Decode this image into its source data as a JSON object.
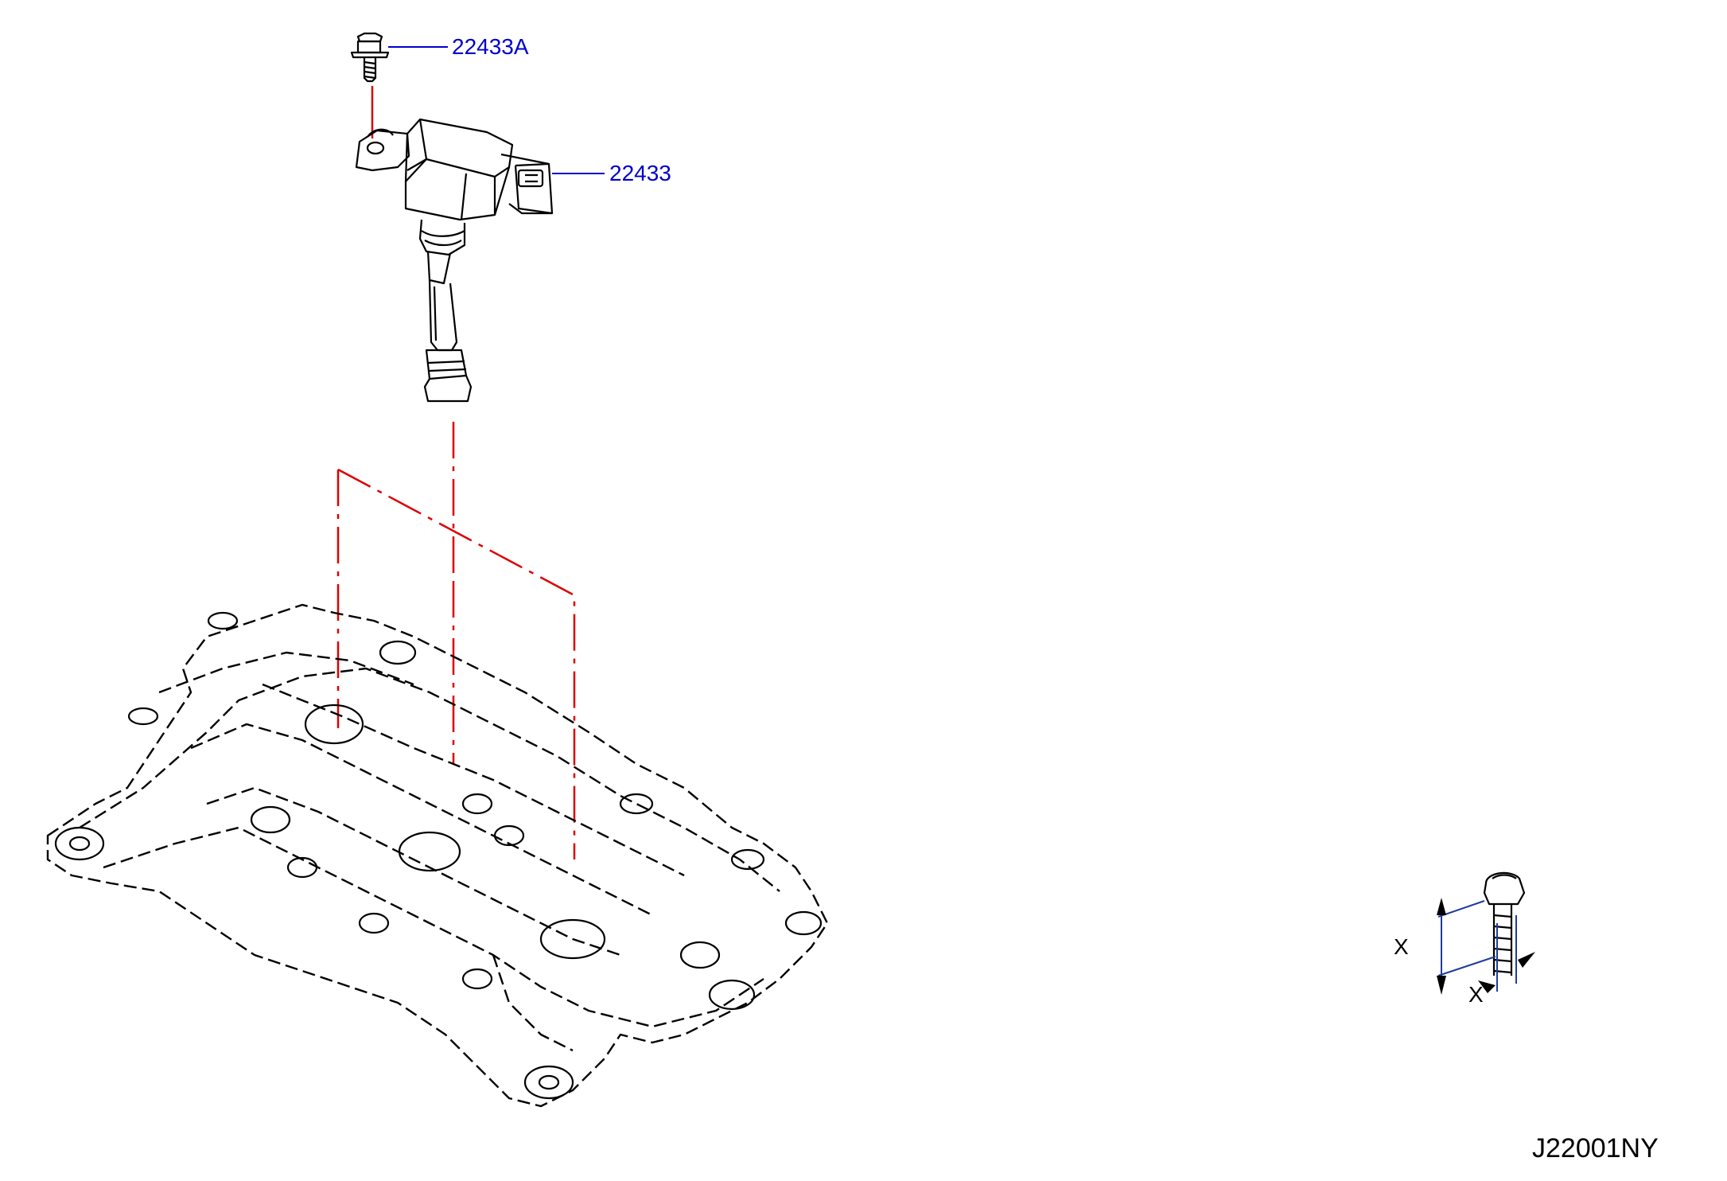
{
  "parts": [
    {
      "part_number": "22433A",
      "part_name": "bolt"
    },
    {
      "part_number": "22433",
      "part_name": "ignition-coil"
    }
  ],
  "detail": {
    "dimension_label": "X"
  },
  "diagram_code": "J22001NY",
  "colors": {
    "line_art": "#000000",
    "callout": "#0000cc",
    "center_line": "#dd0000",
    "dimension_line": "#1f3c99"
  }
}
